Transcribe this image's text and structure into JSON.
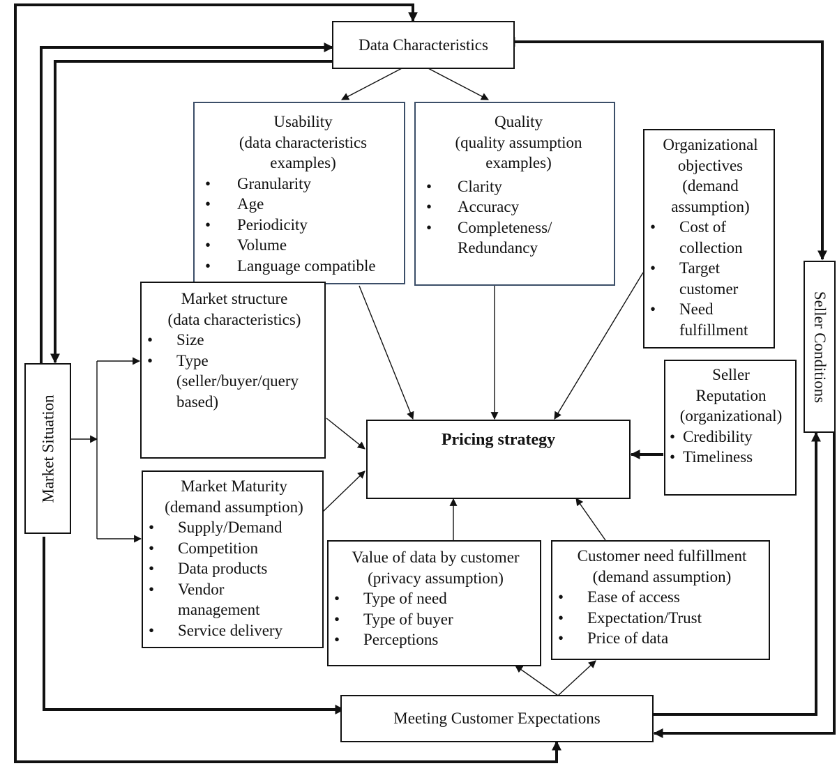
{
  "nodes": {
    "data_characteristics": {
      "title": "Data Characteristics"
    },
    "usability": {
      "title_lines": [
        "Usability",
        "(data characteristics",
        "examples)"
      ],
      "items": [
        "Granularity",
        "Age",
        "Periodicity",
        "Volume",
        "Language compatible"
      ]
    },
    "quality": {
      "title_lines": [
        "Quality",
        "(quality assumption",
        "examples)"
      ],
      "items": [
        "Clarity",
        "Accuracy",
        "Completeness/ Redundancy"
      ]
    },
    "organizational_objectives": {
      "title_lines": [
        "Organizational",
        "objectives",
        "(demand",
        "assumption)"
      ],
      "items": [
        "Cost of collection",
        "Target customer",
        "Need fulfillment"
      ]
    },
    "market_structure": {
      "title_lines": [
        "Market structure",
        "(data characteristics)"
      ],
      "items": [
        "Size",
        "Type (seller/buyer/query based)"
      ]
    },
    "market_maturity": {
      "title_lines": [
        "Market Maturity",
        "(demand assumption)"
      ],
      "items": [
        "Supply/Demand",
        "Competition",
        "Data products",
        "Vendor management",
        "Service delivery"
      ]
    },
    "pricing_strategy": {
      "title": "Pricing strategy"
    },
    "seller_reputation": {
      "title_lines": [
        "Seller",
        "Reputation",
        "(organizational)"
      ],
      "items": [
        "Credibility",
        "Timeliness"
      ]
    },
    "value_of_data": {
      "title_lines": [
        "Value of data by customer",
        "(privacy assumption)"
      ],
      "items": [
        "Type of need",
        "Type of buyer",
        "Perceptions"
      ]
    },
    "customer_need": {
      "title_lines": [
        "Customer need fulfillment",
        "(demand assumption)"
      ],
      "items": [
        "Ease of access",
        "Expectation/Trust",
        "Price of data"
      ]
    },
    "meeting_customer_expectations": {
      "title": "Meeting Customer Expectations"
    },
    "market_situation": {
      "title": "Market Situation"
    },
    "seller_conditions": {
      "title": "Seller Conditions"
    }
  },
  "bullet_glyph": "•",
  "colors": {
    "line": "#111111",
    "box_border_blue": "#3b4e68"
  }
}
